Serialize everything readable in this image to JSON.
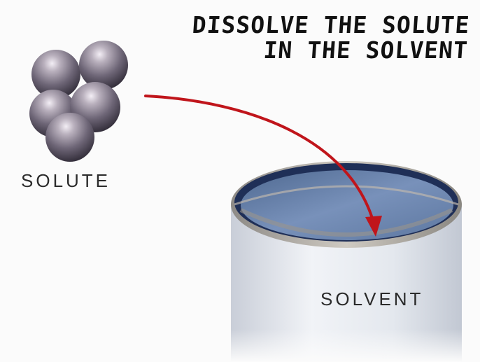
{
  "title": {
    "line1": "DISSOLVE THE SOLUTE",
    "line2": "IN THE SOLVENT"
  },
  "labels": {
    "solute": "SOLUTE",
    "solvent": "SOLVENT"
  },
  "colors": {
    "arrow": "#c0151b",
    "solvent_liquid": "#6a85ad",
    "container": "#dfe3ea",
    "sphere": "#7a7282"
  },
  "icons": [
    "solute-particles",
    "solvent-container",
    "dissolve-arrow"
  ]
}
